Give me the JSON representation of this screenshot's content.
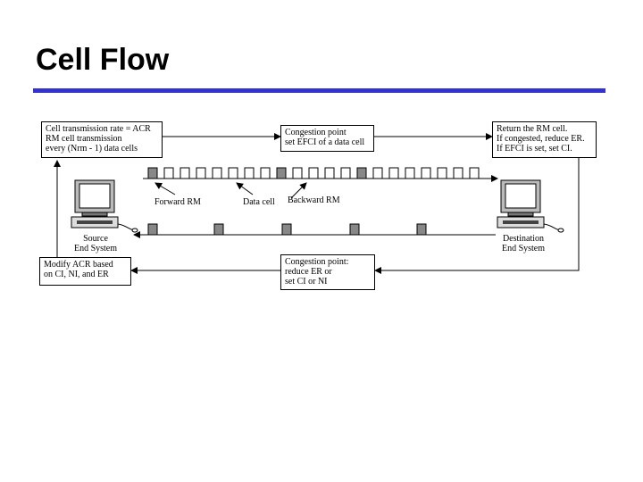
{
  "slide": {
    "title": "Cell Flow"
  },
  "colors": {
    "rule": "#3333cc",
    "cell_fill": "#888888"
  },
  "boxes": {
    "source_rate": [
      "Cell transmission rate = ACR",
      "RM cell transmission",
      "every (Nrm - 1) data cells"
    ],
    "congestion_forward": [
      "Congestion point",
      "set EFCI of a data cell"
    ],
    "destination": [
      "Return the RM cell.",
      "If congested, reduce ER.",
      "If EFCI is set, set CI."
    ],
    "modify_acr": [
      "Modify ACR based",
      "on CI, NI, and ER"
    ],
    "congestion_backward": [
      "Congestion point:",
      "reduce ER or",
      "set CI or NI"
    ]
  },
  "labels": {
    "forward_rm": "Forward RM",
    "data_cell": "Data cell",
    "backward_rm": "Backward RM",
    "source": [
      "Source",
      "End System"
    ],
    "destination": [
      "Destination",
      "End System"
    ]
  },
  "icons": {
    "source_computer": "desktop-computer-icon",
    "destination_computer": "desktop-computer-icon"
  }
}
